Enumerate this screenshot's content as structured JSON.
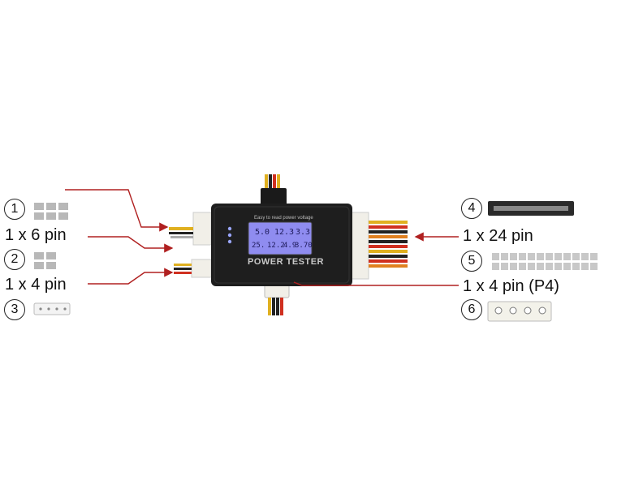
{
  "labels": {
    "six_pin": "1 x 6 pin",
    "four_pin_left": "1 x 4 pin",
    "twentyfour_pin": "1 x 24 pin",
    "four_pin_p4": "1 x 4 pin (P4)"
  },
  "numbers": [
    "1",
    "2",
    "3",
    "4",
    "5",
    "6"
  ],
  "device": {
    "brand": "POWER TESTER",
    "tagline": "Easy to read power voltage",
    "readouts_top": [
      "5.0",
      "12.3",
      "3.3"
    ],
    "readouts_bottom": [
      "25.",
      "12.2",
      "4.9",
      "3.70"
    ]
  },
  "colors": {
    "arrow": "#b02020",
    "lcd": "#8f8cf0",
    "body": "#1e1e1e"
  }
}
